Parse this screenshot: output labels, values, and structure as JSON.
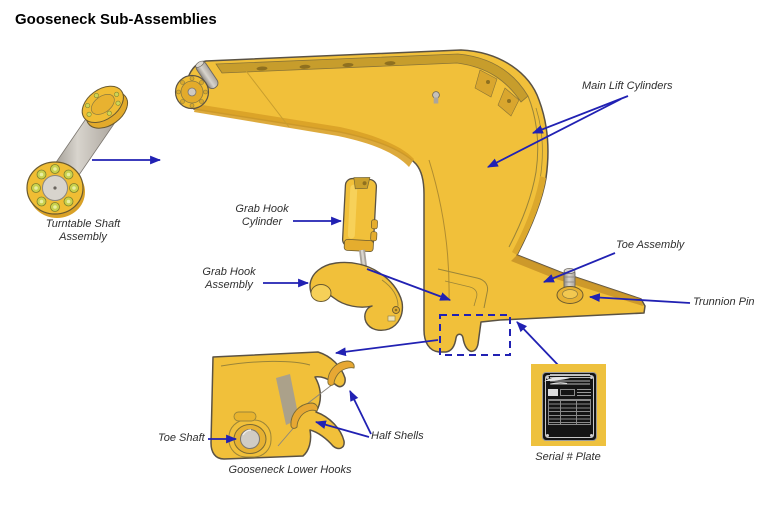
{
  "title": "Gooseneck Sub-Assemblies",
  "callouts": {
    "turntable_shaft_assembly": {
      "line1": "Turntable Shaft",
      "line2": "Assembly"
    },
    "grab_hook_cylinder": {
      "line1": "Grab Hook",
      "line2": "Cylinder"
    },
    "grab_hook_assembly": {
      "line1": "Grab Hook",
      "line2": "Assembly"
    },
    "main_lift_cylinders": {
      "label": "Main Lift Cylinders"
    },
    "toe_assembly": {
      "label": "Toe Assembly"
    },
    "trunnion_pin": {
      "label": "Trunnion Pin"
    },
    "toe_shaft": {
      "label": "Toe Shaft"
    },
    "half_shells": {
      "label": "Half Shells"
    },
    "gooseneck_lower_hooks": {
      "label": "Gooseneck Lower Hooks"
    },
    "serial_plate": {
      "label": "Serial # Plate"
    }
  },
  "colors": {
    "arrow_blue": "#2121b3",
    "label_text": "#2f2f2f",
    "machine_yellow": "#f1c03a",
    "machine_yellow_shade": "#d9a127",
    "metal_gray": "#c2bdb5",
    "background": "#ffffff"
  }
}
